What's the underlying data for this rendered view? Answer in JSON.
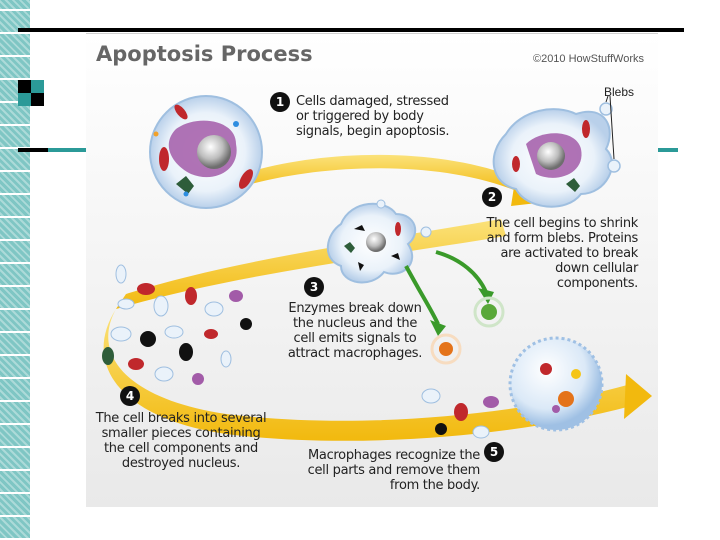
{
  "panel": {
    "title": "Apoptosis Process",
    "copyright": "©2010 HowStuffWorks"
  },
  "labels": {
    "blebs": "Blebs"
  },
  "steps": [
    {
      "number": "1",
      "lines": [
        "Cells damaged, stressed",
        "or triggered by body",
        "signals, begin apoptosis."
      ]
    },
    {
      "number": "2",
      "lines": [
        "The cell begins to shrink",
        "and form blebs. Proteins",
        "are activated to break",
        "down cellular",
        "components."
      ]
    },
    {
      "number": "3",
      "lines": [
        "Enzymes break down",
        "the nucleus and the",
        "cell emits signals to",
        "attract macrophages."
      ]
    },
    {
      "number": "4",
      "lines": [
        "The cell breaks into several",
        "smaller pieces containing",
        "the cell components and",
        "destroyed nucleus."
      ]
    },
    {
      "number": "5",
      "lines": [
        "Macrophages recognize the",
        "cell parts and remove them",
        "from the body."
      ]
    }
  ],
  "colors": {
    "band": "#f5c518",
    "band_dark": "#e2a400",
    "arrow_green": "#3a9a2a",
    "cell_membrane": "#c8dcf0",
    "nucleus": "#9a9a9a",
    "organelle_purple": "#a25ba8",
    "organelle_red": "#c0282c",
    "teal": "#2b9a98"
  },
  "icons": {
    "bullet": "square-bullet-icon"
  }
}
